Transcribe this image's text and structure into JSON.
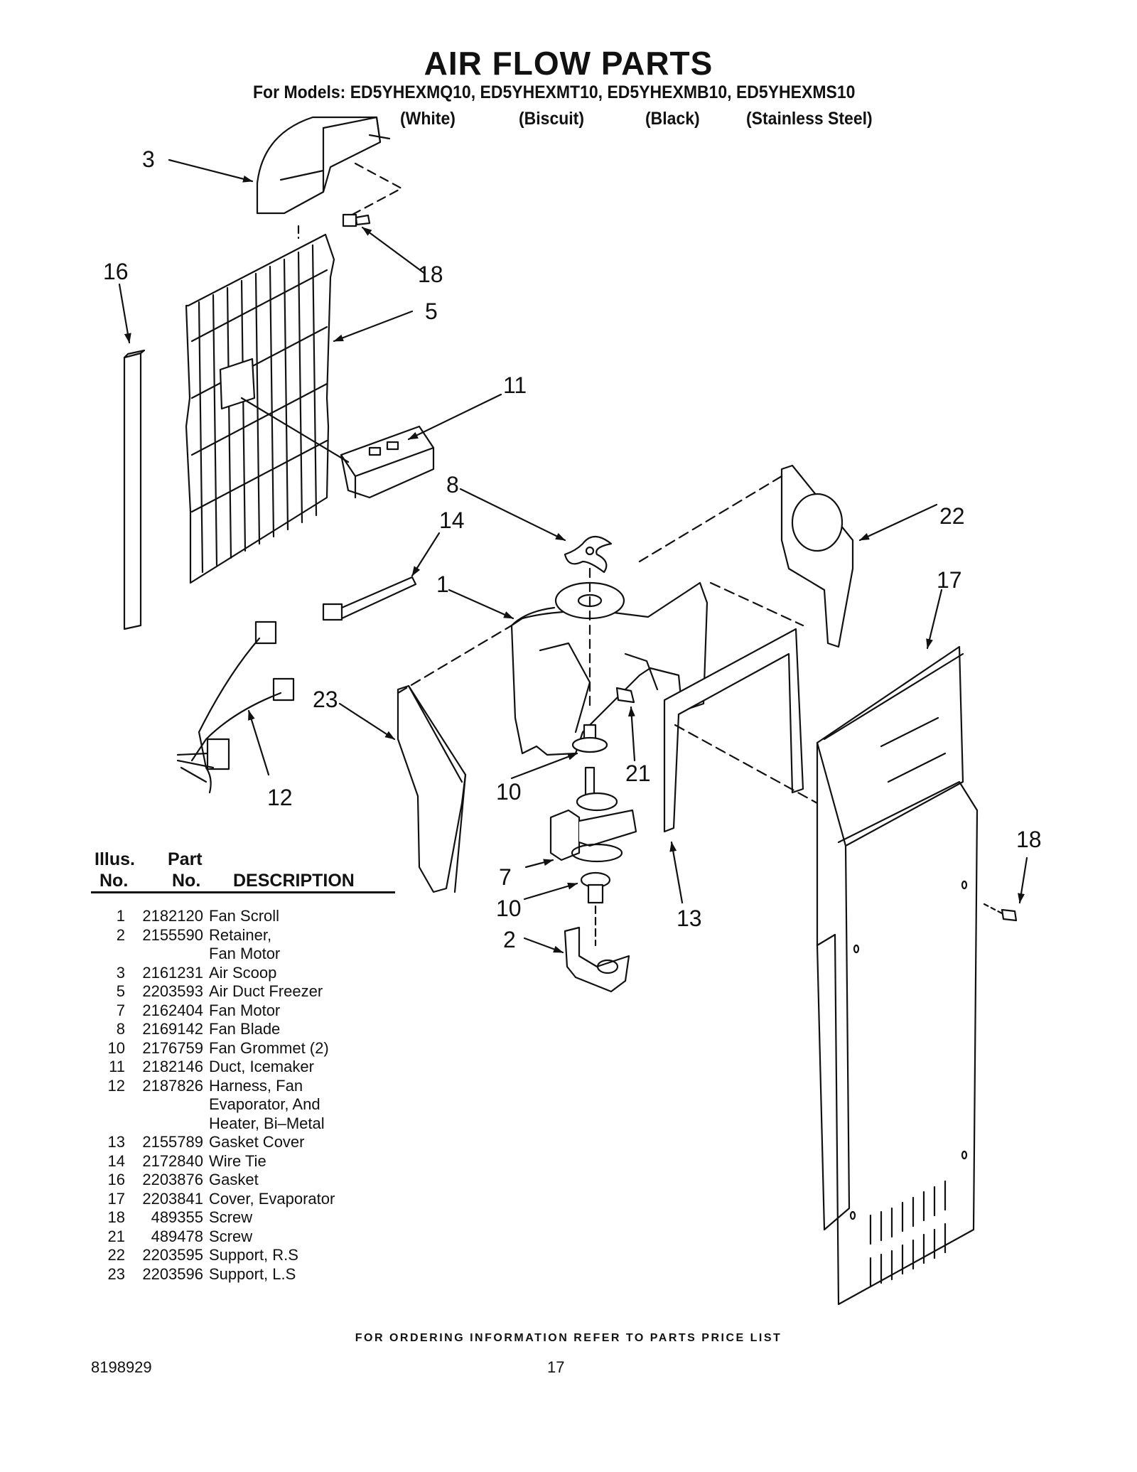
{
  "header": {
    "title": "AIR FLOW PARTS",
    "models_line": "For Models: ED5YHEXMQ10, ED5YHEXMT10, ED5YHEXMB10, ED5YHEXMS10",
    "colors": [
      "(White)",
      "(Biscuit)",
      "(Black)",
      "(Stainless Steel)"
    ]
  },
  "callouts": {
    "c3": "3",
    "c18a": "18",
    "c16": "16",
    "c5": "5",
    "c11": "11",
    "c8": "8",
    "c14": "14",
    "c1": "1",
    "c22": "22",
    "c17": "17",
    "c23": "23",
    "c12": "12",
    "c10a": "10",
    "c21": "21",
    "c7": "7",
    "c10b": "10",
    "c13": "13",
    "c2": "2",
    "c18b": "18"
  },
  "table": {
    "headers": {
      "illus_top": "Illus.",
      "illus_bottom": "No.",
      "part_top": "Part",
      "part_bottom": "No.",
      "description": "DESCRIPTION"
    },
    "rows": [
      {
        "illus": "1",
        "part": "2182120",
        "desc": "Fan Scroll"
      },
      {
        "illus": "2",
        "part": "2155590",
        "desc": "Retainer,\nFan Motor"
      },
      {
        "illus": "3",
        "part": "2161231",
        "desc": "Air Scoop"
      },
      {
        "illus": "5",
        "part": "2203593",
        "desc": "Air Duct Freezer"
      },
      {
        "illus": "7",
        "part": "2162404",
        "desc": "Fan Motor"
      },
      {
        "illus": "8",
        "part": "2169142",
        "desc": "Fan Blade"
      },
      {
        "illus": "10",
        "part": "2176759",
        "desc": "Fan Grommet (2)"
      },
      {
        "illus": "11",
        "part": "2182146",
        "desc": "Duct, Icemaker"
      },
      {
        "illus": "12",
        "part": "2187826",
        "desc": "Harness, Fan\nEvaporator, And\nHeater, Bi–Metal"
      },
      {
        "illus": "13",
        "part": "2155789",
        "desc": "Gasket Cover"
      },
      {
        "illus": "14",
        "part": "2172840",
        "desc": "Wire Tie"
      },
      {
        "illus": "16",
        "part": "2203876",
        "desc": "Gasket"
      },
      {
        "illus": "17",
        "part": "2203841",
        "desc": "Cover, Evaporator"
      },
      {
        "illus": "18",
        "part": "489355",
        "desc": "Screw"
      },
      {
        "illus": "21",
        "part": "489478",
        "desc": "Screw"
      },
      {
        "illus": "22",
        "part": "2203595",
        "desc": "Support, R.S"
      },
      {
        "illus": "23",
        "part": "2203596",
        "desc": "Support, L.S"
      }
    ]
  },
  "footer": {
    "note": "FOR ORDERING INFORMATION REFER TO PARTS PRICE LIST",
    "doc_number": "8198929",
    "page_number": "17"
  }
}
